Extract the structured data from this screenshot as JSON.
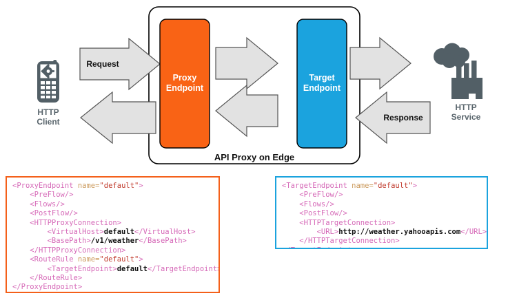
{
  "diagram": {
    "title": "API Proxy on Edge",
    "container_label": "API Proxy on Edge",
    "actors": {
      "client": {
        "line1": "HTTP",
        "line2": "Client",
        "icon": "mobile-phone-gear-icon"
      },
      "service": {
        "line1": "HTTP",
        "line2": "Service",
        "icon": "factory-cloud-icon"
      }
    },
    "nodes": {
      "proxy_endpoint": {
        "line1": "Proxy",
        "line2": "Endpoint",
        "color": "#f96315"
      },
      "target_endpoint": {
        "line1": "Target",
        "line2": "Endpoint",
        "color": "#1ba3de"
      }
    },
    "arrows": {
      "request": "Request",
      "response": "Response",
      "proxy_to_target": "",
      "target_to_proxy": "",
      "client_inbound": "",
      "service_inbound": ""
    },
    "colors": {
      "orange": "#f96315",
      "orange_border": "#f4601a",
      "blue": "#1ba3de",
      "blue_border": "#1ba3de",
      "arrow_fill": "#e2e2e2",
      "arrow_stroke": "#555555",
      "icon_gray": "#525f66",
      "container_stroke": "#000000"
    }
  },
  "code": {
    "proxy": {
      "border_color": "#f4601a",
      "lines": [
        [
          {
            "t": "tag",
            "v": "<ProxyEndpoint"
          },
          {
            "t": "plain",
            "v": " "
          },
          {
            "t": "attr",
            "v": "name"
          },
          {
            "t": "eq",
            "v": "="
          },
          {
            "t": "str",
            "v": "\"default\""
          },
          {
            "t": "tag",
            "v": ">"
          }
        ],
        [
          {
            "t": "plain",
            "v": "    "
          },
          {
            "t": "tag",
            "v": "<PreFlow/>"
          }
        ],
        [
          {
            "t": "plain",
            "v": "    "
          },
          {
            "t": "tag",
            "v": "<Flows/>"
          }
        ],
        [
          {
            "t": "plain",
            "v": "    "
          },
          {
            "t": "tag",
            "v": "<PostFlow/>"
          }
        ],
        [
          {
            "t": "plain",
            "v": "    "
          },
          {
            "t": "tag",
            "v": "<HTTPProxyConnection>"
          }
        ],
        [
          {
            "t": "plain",
            "v": "        "
          },
          {
            "t": "tag",
            "v": "<VirtualHost>"
          },
          {
            "t": "txt",
            "v": "default"
          },
          {
            "t": "tag",
            "v": "</VirtualHost>"
          }
        ],
        [
          {
            "t": "plain",
            "v": "        "
          },
          {
            "t": "tag",
            "v": "<BasePath>"
          },
          {
            "t": "txt",
            "v": "/v1/weather"
          },
          {
            "t": "tag",
            "v": "</BasePath>"
          }
        ],
        [
          {
            "t": "plain",
            "v": "    "
          },
          {
            "t": "tag",
            "v": "</HTTPProxyConnection>"
          }
        ],
        [
          {
            "t": "plain",
            "v": "    "
          },
          {
            "t": "tag",
            "v": "<RouteRule"
          },
          {
            "t": "plain",
            "v": " "
          },
          {
            "t": "attr",
            "v": "name"
          },
          {
            "t": "eq",
            "v": "="
          },
          {
            "t": "str",
            "v": "\"default\""
          },
          {
            "t": "tag",
            "v": ">"
          }
        ],
        [
          {
            "t": "plain",
            "v": "        "
          },
          {
            "t": "tag",
            "v": "<TargetEndpoint>"
          },
          {
            "t": "txt",
            "v": "default"
          },
          {
            "t": "tag",
            "v": "</TargetEndpoint>"
          }
        ],
        [
          {
            "t": "plain",
            "v": "    "
          },
          {
            "t": "tag",
            "v": "</RouteRule>"
          }
        ],
        [
          {
            "t": "tag",
            "v": "</ProxyEndpoint>"
          }
        ]
      ]
    },
    "target": {
      "border_color": "#1ba3de",
      "lines": [
        [
          {
            "t": "tag",
            "v": "<TargetEndpoint"
          },
          {
            "t": "plain",
            "v": " "
          },
          {
            "t": "attr",
            "v": "name"
          },
          {
            "t": "eq",
            "v": "="
          },
          {
            "t": "str",
            "v": "\"default\""
          },
          {
            "t": "tag",
            "v": ">"
          }
        ],
        [
          {
            "t": "plain",
            "v": "    "
          },
          {
            "t": "tag",
            "v": "<PreFlow/>"
          }
        ],
        [
          {
            "t": "plain",
            "v": "    "
          },
          {
            "t": "tag",
            "v": "<Flows/>"
          }
        ],
        [
          {
            "t": "plain",
            "v": "    "
          },
          {
            "t": "tag",
            "v": "<PostFlow/>"
          }
        ],
        [
          {
            "t": "plain",
            "v": "    "
          },
          {
            "t": "tag",
            "v": "<HTTPTargetConnection>"
          }
        ],
        [
          {
            "t": "plain",
            "v": "        "
          },
          {
            "t": "tag",
            "v": "<URL>"
          },
          {
            "t": "txt",
            "v": "http://weather.yahooapis.com"
          },
          {
            "t": "tag",
            "v": "</URL>"
          }
        ],
        [
          {
            "t": "plain",
            "v": "    "
          },
          {
            "t": "tag",
            "v": "</HTTPTargetConnection>"
          }
        ],
        [
          {
            "t": "tag",
            "v": "</TargetEndpoint>"
          }
        ]
      ]
    }
  }
}
